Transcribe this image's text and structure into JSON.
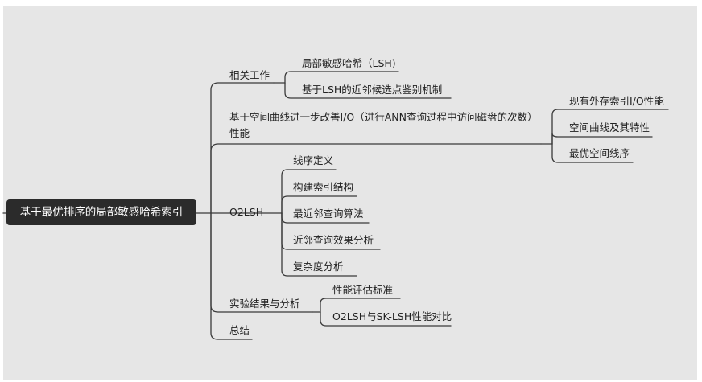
{
  "root": "基于最优排序的局部敏感哈希索引",
  "branches": [
    {
      "label": "相关工作",
      "children": [
        "局部敏感哈希（LSH)",
        "基于LSH的近邻候选点鉴别机制"
      ]
    },
    {
      "label_line1": "基于空间曲线进一步改善I/O（进行ANN查询过程中访问磁盘的次数）",
      "label_line2": "性能",
      "children": [
        "现有外存索引I/O性能",
        "空间曲线及其特性",
        "最优空间线序"
      ]
    },
    {
      "label": "O2LSH",
      "children": [
        "线序定义",
        "构建索引结构",
        "最近邻查询算法",
        "近邻查询效果分析",
        "复杂度分析"
      ]
    },
    {
      "label": "实验结果与分析",
      "children": [
        "性能评估标准",
        "O2LSH与SK-LSH性能对比"
      ]
    },
    {
      "label": "总结",
      "children": []
    }
  ],
  "colors": {
    "background": "#e6e6e6",
    "root_fill": "#2b2b2b",
    "line": "#3a3a3a"
  }
}
